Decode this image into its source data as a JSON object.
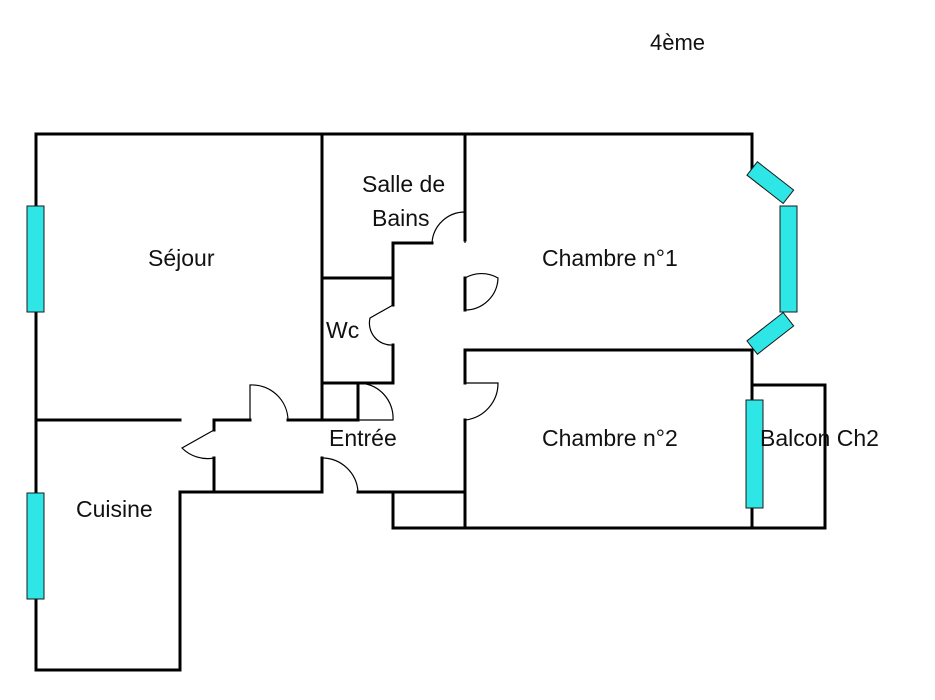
{
  "floor_label": "4ème",
  "rooms": {
    "sejour": "Séjour",
    "salle_de_bains_line1": "Salle de",
    "salle_de_bains_line2": "Bains",
    "chambre1": "Chambre n°1",
    "wc": "Wc",
    "entree": "Entrée",
    "chambre2": "Chambre n°2",
    "balcon": "Balcon Ch2",
    "cuisine": "Cuisine"
  },
  "colors": {
    "wall": "#000000",
    "window": "#2ee6e6",
    "background": "#ffffff"
  }
}
